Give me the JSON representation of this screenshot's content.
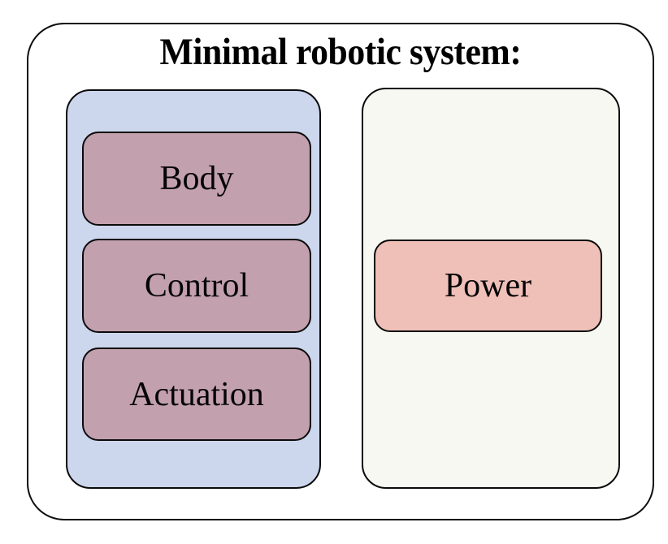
{
  "diagram": {
    "title": "Minimal robotic system:",
    "type": "nested-block-diagram",
    "outer_container": {
      "name": "minimal-robotic-system",
      "border_color": "#0b0b0b",
      "fill_color": "#ffffff"
    },
    "groups": [
      {
        "id": "embodiment-group",
        "fill_color": "#ccd6ec",
        "border_color": "#0b0b0b",
        "nodes": [
          {
            "id": "body",
            "label": "Body",
            "fill_color": "#c3a0ae",
            "border_color": "#0b0b0b"
          },
          {
            "id": "control",
            "label": "Control",
            "fill_color": "#c3a0ae",
            "border_color": "#0b0b0b"
          },
          {
            "id": "actuation",
            "label": "Actuation",
            "fill_color": "#c3a0ae",
            "border_color": "#0b0b0b"
          }
        ]
      },
      {
        "id": "energy-group",
        "fill_color": "#f7f8f2",
        "border_color": "#0b0b0b",
        "nodes": [
          {
            "id": "power",
            "label": "Power",
            "fill_color": "#efc0b8",
            "border_color": "#0b0b0b"
          }
        ]
      }
    ]
  },
  "chart_data": {
    "type": "diagram",
    "title": "Minimal robotic system:",
    "structure": "two parallel group containers inside one rounded outer container",
    "groups": [
      {
        "name": "left-group",
        "color": "#ccd6ec",
        "members": [
          "Body",
          "Control",
          "Actuation"
        ]
      },
      {
        "name": "right-group",
        "color": "#f7f8f2",
        "members": [
          "Power"
        ]
      }
    ],
    "labels": [
      "Minimal robotic system:",
      "Body",
      "Control",
      "Actuation",
      "Power"
    ]
  }
}
